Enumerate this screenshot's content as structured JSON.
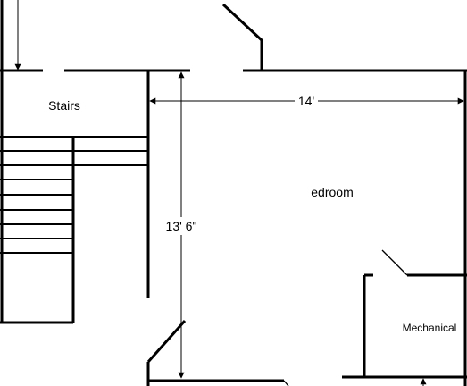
{
  "rooms": {
    "stairs_label": "Stairs",
    "bedroom_label": "edroom",
    "mechanical_label": "Mechanical"
  },
  "dimensions": {
    "width_label": "14'",
    "height_label": "13' 6\""
  }
}
